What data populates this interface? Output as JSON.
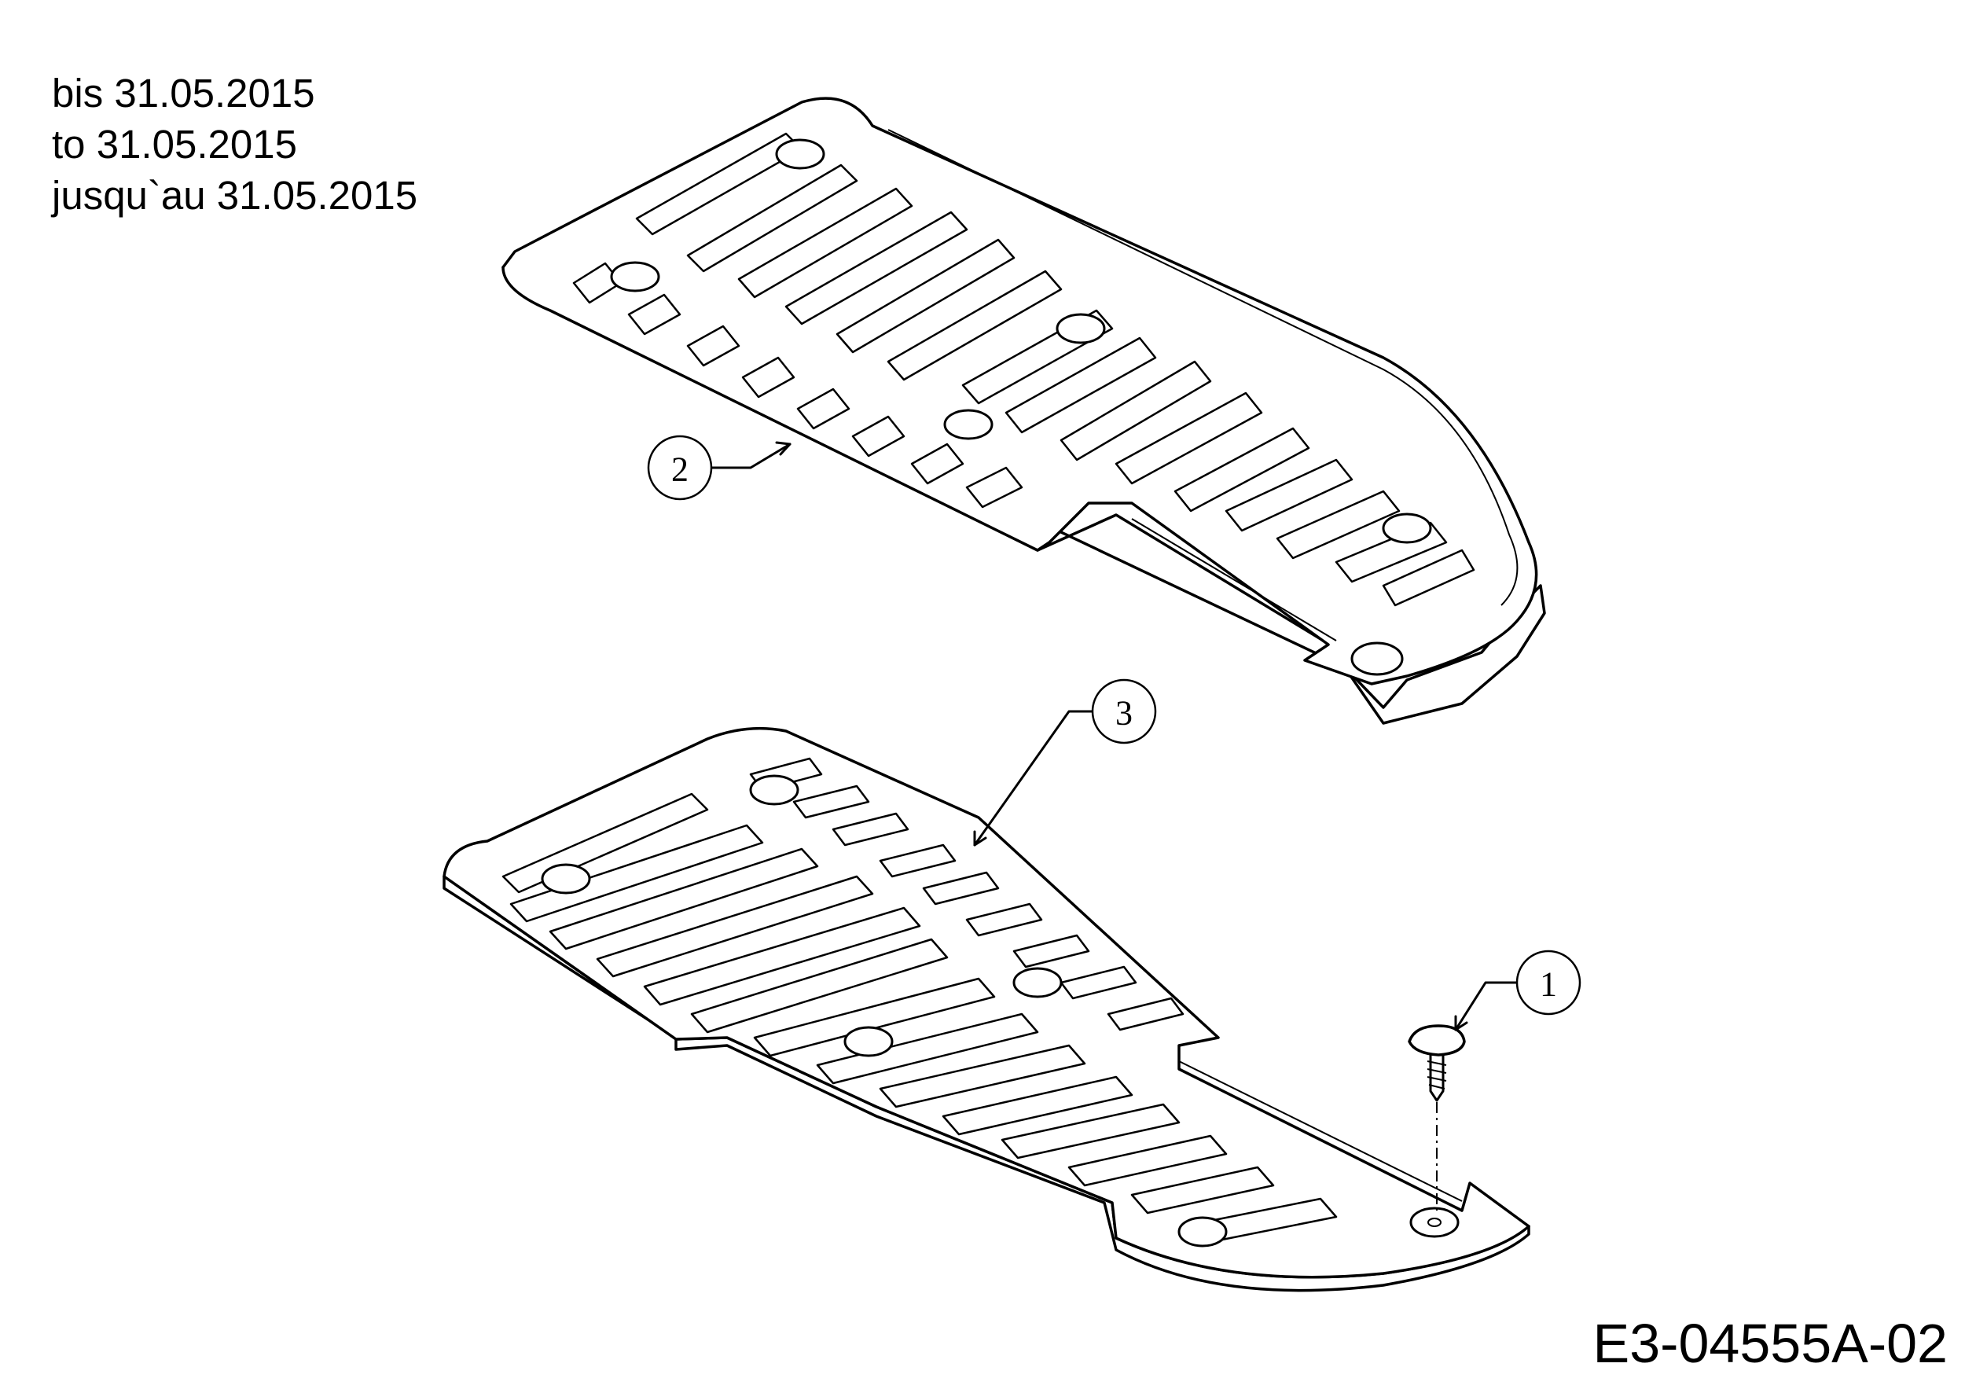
{
  "validity_note": {
    "de": "bis 31.05.2015",
    "en": "to 31.05.2015",
    "fr": "jusqu`au 31.05.2015"
  },
  "drawing_id": "E3-04555A-02",
  "callouts": [
    {
      "number": "1",
      "part": "screw"
    },
    {
      "number": "2",
      "part": "upper-foot-mat"
    },
    {
      "number": "3",
      "part": "lower-foot-mat"
    }
  ]
}
